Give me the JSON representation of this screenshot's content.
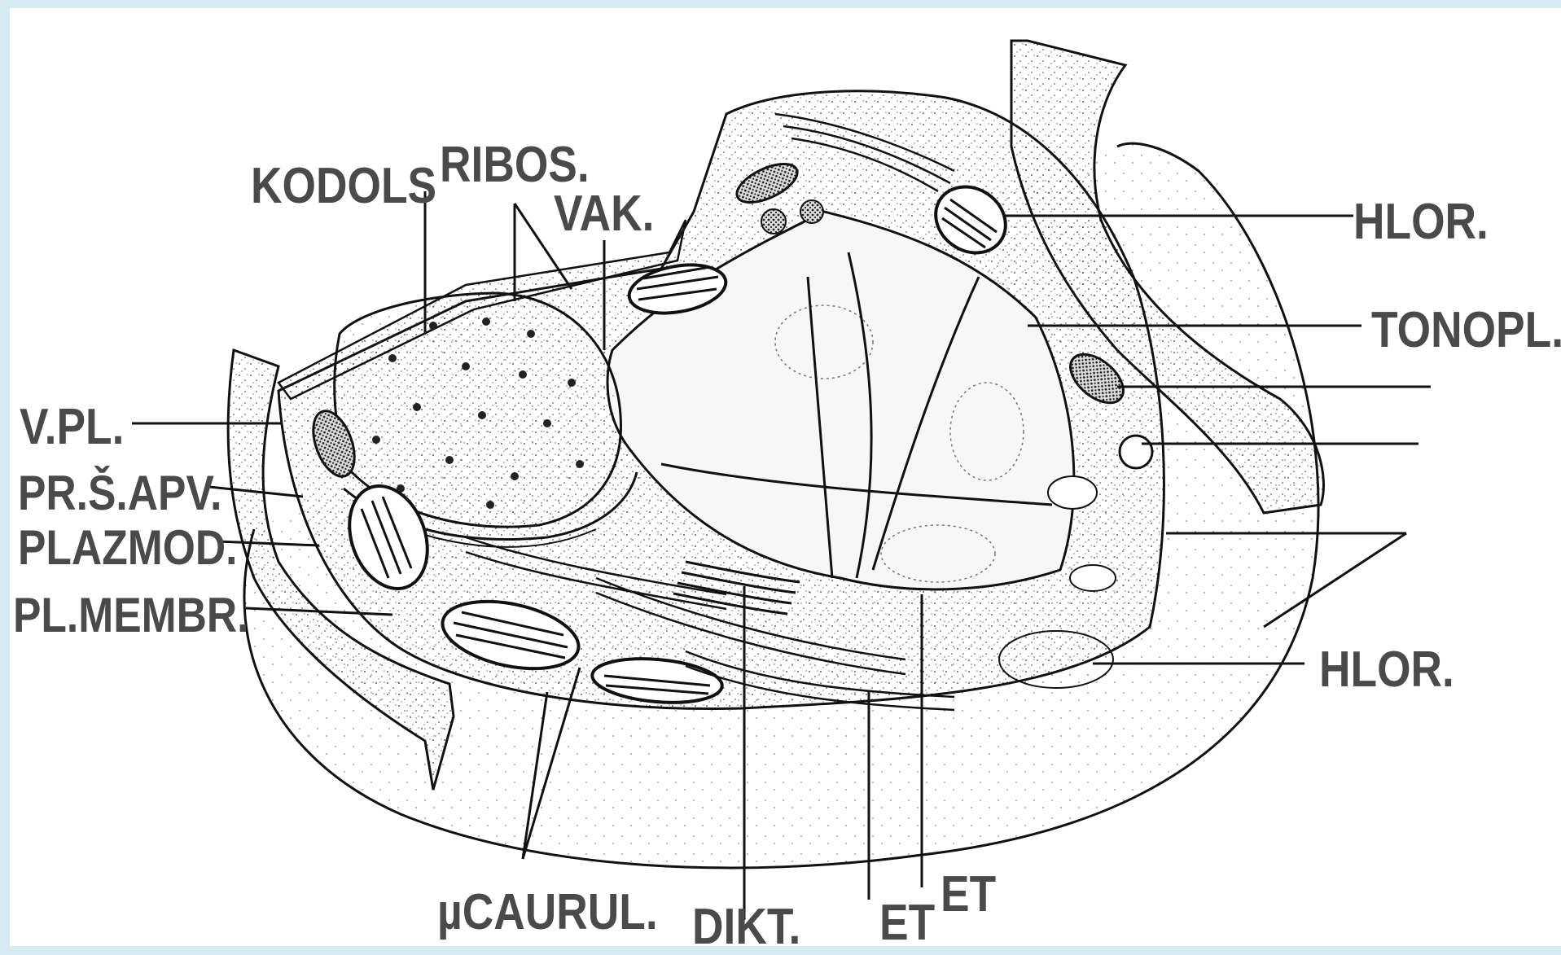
{
  "labels": {
    "kodols": "KODOLS",
    "ribos": "RIBOS.",
    "vak": "VAK.",
    "hlor_top": "HLOR.",
    "tonopl": "TONOPL.",
    "vpl": "V.PL.",
    "prsapv": "PR.Š.APV.",
    "plazmod": "PLAZMOD.",
    "plmembr": "PL.MEMBR.",
    "hlor_bottom": "HLOR.",
    "caurul": "µCAURUL.",
    "dikt": "DIKT.",
    "et1": "ET",
    "et2": "ET"
  },
  "colors": {
    "background": "#d6eaf4",
    "panel": "#ffffff",
    "ink": "#111111",
    "label": "#4a4a4a"
  }
}
